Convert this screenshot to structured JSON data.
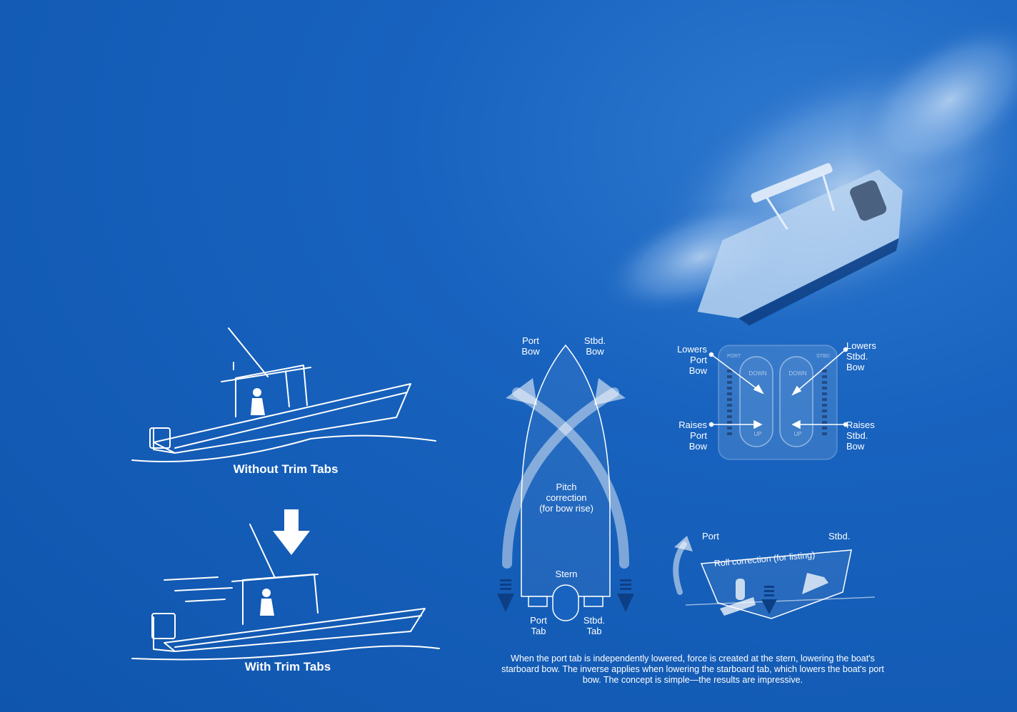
{
  "captions": {
    "without": "Without Trim Tabs",
    "with": "With Trim Tabs"
  },
  "hull": {
    "port_bow": "Port\nBow",
    "stbd_bow": "Stbd.\nBow",
    "pitch": "Pitch\ncorrection\n(for bow rise)",
    "stern": "Stern",
    "port_tab": "Port\nTab",
    "stbd_tab": "Stbd.\nTab"
  },
  "switch_panel": {
    "lowers_port": "Lowers\nPort\nBow",
    "lowers_stbd": "Lowers\nStbd.\nBow",
    "raises_port": "Raises\nPort\nBow",
    "raises_stbd": "Raises\nStbd.\nBow",
    "port_label": "PORT",
    "stbd_label": "STBD",
    "down_left": "DOWN",
    "down_right": "DOWN",
    "up_left": "UP",
    "up_right": "UP"
  },
  "roll": {
    "port": "Port",
    "stbd": "Stbd.",
    "title": "Roll correction (for listing)"
  },
  "description": "When the port tab is independently lowered, force is created at the stern, lowering the boat's starboard bow. The inverse applies when lowering the starboard tab, which lowers the boat's port bow. The concept is simple—the results are impressive.",
  "colors": {
    "background": "#1863bf",
    "line": "#ffffff",
    "arrow_dark": "#0d3f86"
  }
}
